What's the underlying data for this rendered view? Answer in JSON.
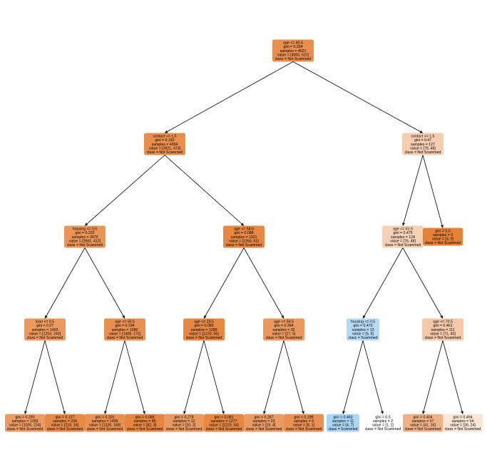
{
  "tree": {
    "nodes": [
      {
        "id": "n0",
        "lines": [
          "age <= 60.5",
          "gini = 0.204",
          "samples = 4521",
          "value = [4000, 521]",
          "class = Not Scammed"
        ],
        "color": "#e88f4f"
      },
      {
        "id": "n1",
        "lines": [
          "contact <= 1.5",
          "gini = 0.192",
          "samples = 4394",
          "value = [3921, 473]",
          "class = Not Scammed"
        ],
        "color": "#e88f4e"
      },
      {
        "id": "n2",
        "lines": [
          "housing <= 0.5",
          "gini = 0.232",
          "samples = 3073",
          "value = [2661, 412]",
          "class = Not Scammed"
        ],
        "color": "#e99558"
      },
      {
        "id": "n3",
        "lines": [
          "loan <= 0.5",
          "gini = 0.27",
          "samples = 1493",
          "value = [1253, 240]",
          "class = Not Scammed"
        ],
        "color": "#ea9a5f"
      },
      {
        "id": "n4",
        "lines": [
          "gini = 0.293",
          "samples = 1259",
          "value = [1035, 224]",
          "class = Not Scammed"
        ],
        "color": "#eb9c64"
      },
      {
        "id": "n5",
        "lines": [
          "gini = 0.127",
          "samples = 234",
          "value = [218, 16]",
          "class = Not Scammed"
        ],
        "color": "#e78a48"
      },
      {
        "id": "n6",
        "lines": [
          "age <= 55.5",
          "gini = 0.194",
          "samples = 1580",
          "value = [1408, 172]",
          "class = Not Scammed"
        ],
        "color": "#e89051"
      },
      {
        "id": "n7",
        "lines": [
          "gini = 0.201",
          "samples = 1495",
          "value = [1326, 169]",
          "class = Not Scammed"
        ],
        "color": "#e89152"
      },
      {
        "id": "n8",
        "lines": [
          "gini = 0.068",
          "samples = 85",
          "value = [82, 3]",
          "class = Not Scammed"
        ],
        "color": "#e68640"
      },
      {
        "id": "n9",
        "lines": [
          "age <= 58.5",
          "gini = 0.088",
          "samples = 1321",
          "value = [1260, 61]",
          "class = Not Scammed"
        ],
        "color": "#e68743"
      },
      {
        "id": "n10",
        "lines": [
          "age <= 23.5",
          "gini = 0.083",
          "samples = 1289",
          "value = [1233, 56]",
          "class = Not Scammed"
        ],
        "color": "#e68742"
      },
      {
        "id": "n11",
        "lines": [
          "gini = 0.278",
          "samples = 12",
          "value = [10, 2]",
          "class = Not Scammed"
        ],
        "color": "#ea9a61"
      },
      {
        "id": "n12",
        "lines": [
          "gini = 0.081",
          "samples = 1277",
          "value = [1223, 54]",
          "class = Not Scammed"
        ],
        "color": "#e68742"
      },
      {
        "id": "n13",
        "lines": [
          "age <= 59.5",
          "gini = 0.264",
          "samples = 32",
          "value = [27, 5]",
          "class = Not Scammed"
        ],
        "color": "#ea985e"
      },
      {
        "id": "n14",
        "lines": [
          "gini = 0.287",
          "samples = 23",
          "value = [19, 4]",
          "class = Not Scammed"
        ],
        "color": "#ea9b63"
      },
      {
        "id": "n15",
        "lines": [
          "gini = 0.198",
          "samples = 9",
          "value = [8, 1]",
          "class = Not Scammed"
        ],
        "color": "#e89152"
      },
      {
        "id": "n16",
        "lines": [
          "contact <= 1.5",
          "gini = 0.47",
          "samples = 127",
          "value = [79, 48]",
          "class = Not Scammed"
        ],
        "color": "#f5cdb1"
      },
      {
        "id": "n17",
        "lines": [
          "age <= 61.5",
          "gini = 0.475",
          "samples = 124",
          "value = [76, 48]",
          "class = Not Scammed"
        ],
        "color": "#f5d1b6"
      },
      {
        "id": "n18",
        "lines": [
          "housing <= 0.5",
          "gini = 0.473",
          "samples = 13",
          "value = [5, 8]",
          "class = Scammed"
        ],
        "color": "#b5daf5"
      },
      {
        "id": "n19",
        "lines": [
          "gini = 0.463",
          "samples = 11",
          "value = [4, 7]",
          "class = Scammed"
        ],
        "color": "#aad5f4"
      },
      {
        "id": "n20",
        "lines": [
          "gini = 0.5",
          "samples = 2",
          "value = [1, 1]",
          "class = Not Scammed"
        ],
        "color": "#ffffff"
      },
      {
        "id": "n21",
        "lines": [
          "age <= 70.5",
          "gini = 0.461",
          "samples = 111",
          "value = [71, 40]",
          "class = Not Scammed"
        ],
        "color": "#f4c8a8"
      },
      {
        "id": "n22",
        "lines": [
          "gini = 0.404",
          "samples = 57",
          "value = [41, 16]",
          "class = Not Scammed"
        ],
        "color": "#efb286"
      },
      {
        "id": "n23",
        "lines": [
          "gini = 0.494",
          "samples = 54",
          "value = [30, 24]",
          "class = Not Scammed"
        ],
        "color": "#fae6d7"
      },
      {
        "id": "n24",
        "lines": [
          "gini = 0.0",
          "samples = 3",
          "value = [3, 0]",
          "class = Not Scammed"
        ],
        "color": "#e58139"
      }
    ],
    "edges": [
      [
        "n0",
        "n1"
      ],
      [
        "n0",
        "n16"
      ],
      [
        "n1",
        "n2"
      ],
      [
        "n1",
        "n9"
      ],
      [
        "n2",
        "n3"
      ],
      [
        "n2",
        "n6"
      ],
      [
        "n3",
        "n4"
      ],
      [
        "n3",
        "n5"
      ],
      [
        "n6",
        "n7"
      ],
      [
        "n6",
        "n8"
      ],
      [
        "n9",
        "n10"
      ],
      [
        "n9",
        "n13"
      ],
      [
        "n10",
        "n11"
      ],
      [
        "n10",
        "n12"
      ],
      [
        "n13",
        "n14"
      ],
      [
        "n13",
        "n15"
      ],
      [
        "n16",
        "n17"
      ],
      [
        "n16",
        "n24"
      ],
      [
        "n17",
        "n18"
      ],
      [
        "n17",
        "n21"
      ],
      [
        "n18",
        "n19"
      ],
      [
        "n18",
        "n20"
      ],
      [
        "n21",
        "n22"
      ],
      [
        "n21",
        "n23"
      ]
    ]
  }
}
